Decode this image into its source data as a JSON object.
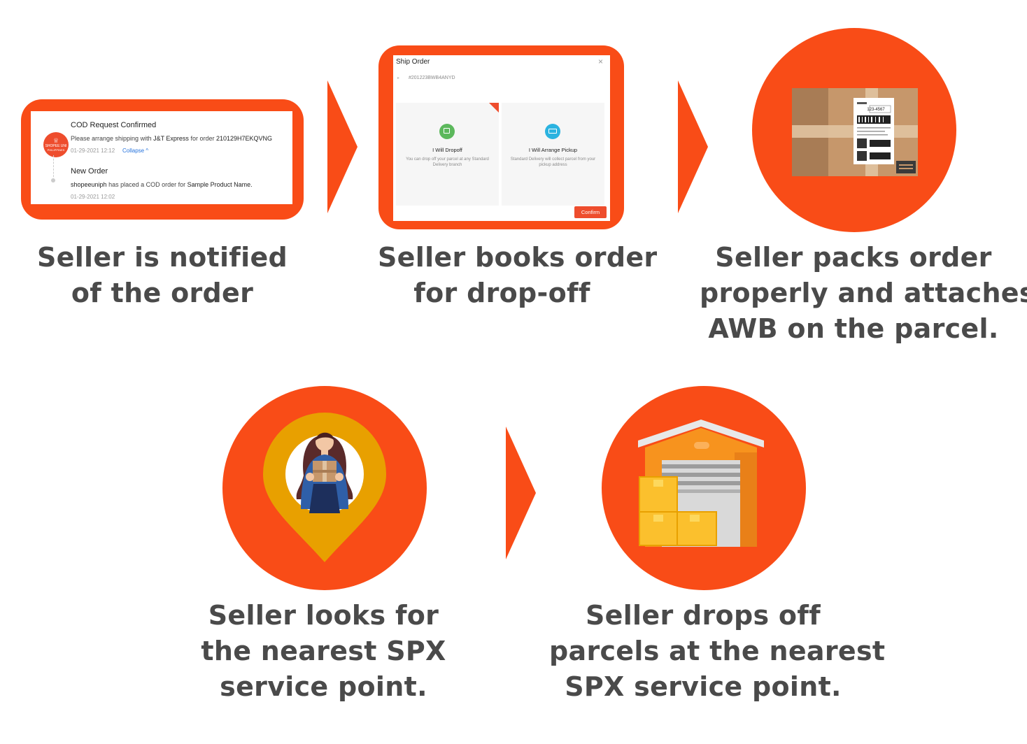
{
  "steps": {
    "notify": {
      "caption": [
        "Seller is notified",
        "of the order"
      ],
      "card": {
        "logo_text": [
          "SHOPEE UNI",
          "PHILIPPINES"
        ],
        "title1": "COD Request Confirmed",
        "body1_prefix": "Please arrange shipping with ",
        "body1_courier": "J&T Express",
        "body1_mid": " for order ",
        "body1_order": "210129H7EKQVNG",
        "time1": "01-29-2021 12:12",
        "collapse": "Collapse",
        "title2": "New Order",
        "body2_user": "shopeeuniph",
        "body2_mid": " has placed a COD order for ",
        "body2_product": "Sample Product Name.",
        "time2": "01-29-2021 12:02"
      }
    },
    "book": {
      "caption": [
        "Seller books order",
        "for drop-off"
      ],
      "card": {
        "title": "Ship Order",
        "order_id": "#201223BWB4ANYD",
        "option1_title": "I Will Dropoff",
        "option1_desc": "You can drop off your parcel at any Standard Delivery branch",
        "option2_title": "I Will Arrange Pickup",
        "option2_desc": "Standard Delivery will collect parcel from your pickup address",
        "confirm": "Confirm"
      }
    },
    "pack": {
      "caption": [
        "Seller packs order",
        "properly and attaches",
        "AWB on the parcel."
      ],
      "label_code": "123-4567"
    },
    "look": {
      "caption": [
        "Seller looks for",
        "the nearest SPX",
        "service point."
      ]
    },
    "drop": {
      "caption": [
        "Seller drops off",
        "parcels at the nearest",
        "SPX service point."
      ]
    }
  },
  "colors": {
    "accent": "#f94c17",
    "text": "#4a4a4a",
    "pin": "#e8a000"
  }
}
